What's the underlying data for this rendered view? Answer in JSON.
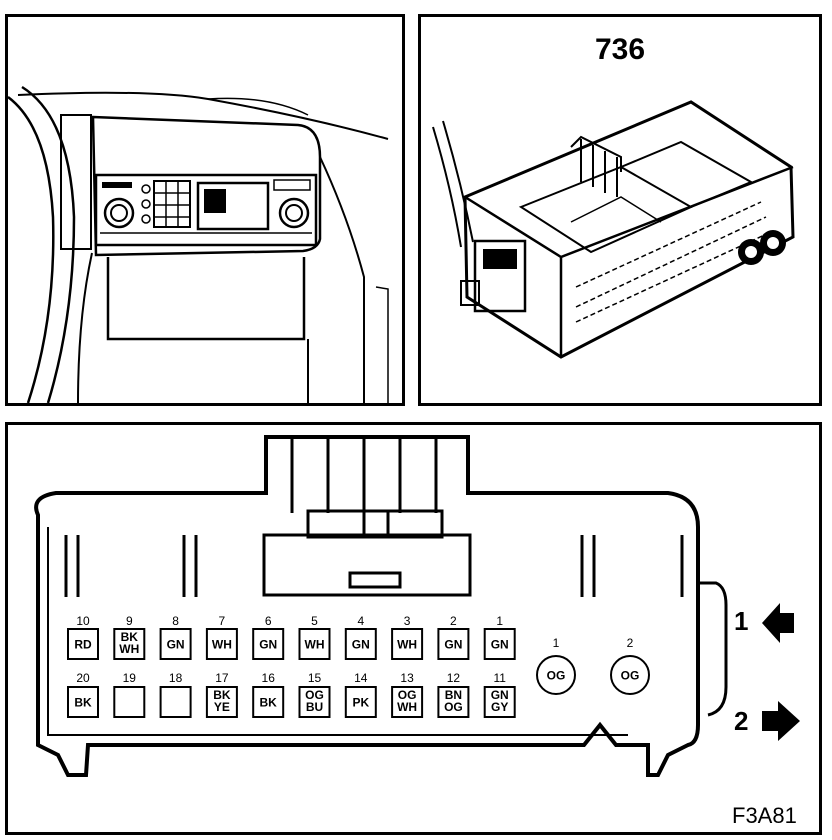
{
  "component_number": "736",
  "figure_code": "F3A81",
  "arrows": [
    {
      "label": "1",
      "direction": "left"
    },
    {
      "label": "2",
      "direction": "right"
    }
  ],
  "pins_top": [
    {
      "num": "10",
      "lines": [
        "RD"
      ]
    },
    {
      "num": "9",
      "lines": [
        "BK",
        "WH"
      ]
    },
    {
      "num": "8",
      "lines": [
        "GN"
      ]
    },
    {
      "num": "7",
      "lines": [
        "WH"
      ]
    },
    {
      "num": "6",
      "lines": [
        "GN"
      ]
    },
    {
      "num": "5",
      "lines": [
        "WH"
      ]
    },
    {
      "num": "4",
      "lines": [
        "GN"
      ]
    },
    {
      "num": "3",
      "lines": [
        "WH"
      ]
    },
    {
      "num": "2",
      "lines": [
        "GN"
      ]
    },
    {
      "num": "1",
      "lines": [
        "GN"
      ]
    }
  ],
  "pins_bottom": [
    {
      "num": "20",
      "lines": [
        "BK"
      ]
    },
    {
      "num": "19",
      "lines": []
    },
    {
      "num": "18",
      "lines": []
    },
    {
      "num": "17",
      "lines": [
        "BK",
        "YE"
      ]
    },
    {
      "num": "16",
      "lines": [
        "BK"
      ]
    },
    {
      "num": "15",
      "lines": [
        "OG",
        "BU"
      ]
    },
    {
      "num": "14",
      "lines": [
        "PK"
      ]
    },
    {
      "num": "13",
      "lines": [
        "OG",
        "WH"
      ]
    },
    {
      "num": "12",
      "lines": [
        "BN",
        "OG"
      ]
    },
    {
      "num": "11",
      "lines": [
        "GN",
        "GY"
      ]
    }
  ],
  "round_pins": [
    {
      "num": "1",
      "label": "OG"
    },
    {
      "num": "2",
      "label": "OG"
    }
  ]
}
